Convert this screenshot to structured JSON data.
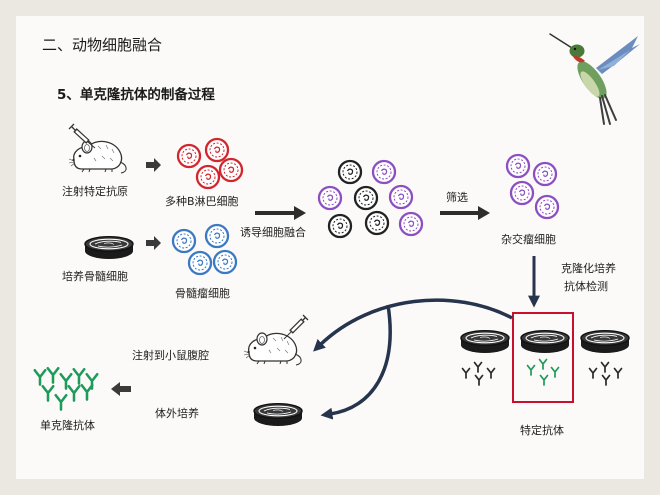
{
  "slide": {
    "section_title": "二、动物细胞融合",
    "subtitle": "5、单克隆抗体的制备过程"
  },
  "labels": {
    "inject_antigen": "注射特定抗原",
    "b_cells": "多种B淋巴细胞",
    "culture_myeloma": "培养骨髓细胞",
    "myeloma_cells": "骨髓瘤细胞",
    "induce_fusion": "诱导细胞融合",
    "screening": "筛选",
    "hybridoma": "杂交瘤细胞",
    "clone_culture": "克隆化培养",
    "antibody_test": "抗体检测",
    "inject_peritoneum": "注射到小鼠腹腔",
    "in_vitro_culture": "体外培养",
    "monoclonal_antibody": "单克隆抗体",
    "specific_antibody": "特定抗体"
  },
  "icons": [
    "mouse-syringe-icon",
    "petri-dish-icon",
    "hummingbird-icon",
    "antibody-icon",
    "cell-icon"
  ],
  "colors": {
    "b_cell": "#d2262c",
    "myeloma_cell": "#3b79c2",
    "fused_black_cell": "#222222",
    "hybridoma_cell": "#8b4fc2",
    "antibody_black": "#2a2a2a",
    "antibody_green": "#1f9a5a",
    "highlight_box": "#c8102e",
    "flow_arrow": "#27344d"
  }
}
